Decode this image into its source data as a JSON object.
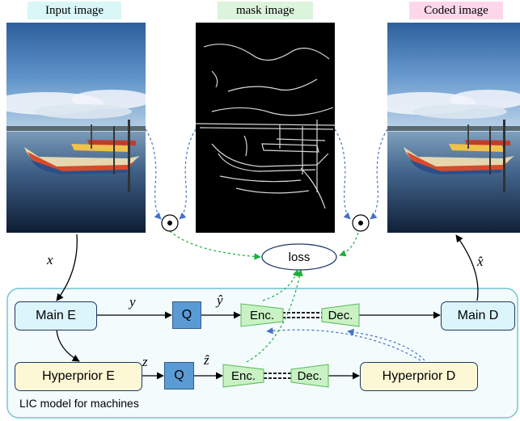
{
  "labels": {
    "input_image": "Input image",
    "mask_image": "mask image",
    "coded_image": "Coded image",
    "loss": "loss",
    "model_title": "LIC model for machines"
  },
  "blocks": {
    "main_e": "Main E",
    "main_d": "Main D",
    "hyperprior_e": "Hyperprior E",
    "hyperprior_d": "Hyperprior D",
    "q": "Q",
    "enc": "Enc.",
    "dec": "Dec."
  },
  "symbols": {
    "x": "x",
    "x_hat": "x̂",
    "y": "y",
    "y_hat": "ŷ",
    "z": "z",
    "z_hat": "ẑ",
    "multiply": "⊙"
  },
  "colors": {
    "input_label_bg": "#d9f7f7",
    "mask_label_bg": "#dcf3dc",
    "coded_label_bg": "#fcd7ea",
    "main_block": "#dcf5fb",
    "hyperprior_block": "#fcf8d6",
    "q_block": "#5b9bd5",
    "coder_block": "#c9f2c4",
    "model_frame": "#6dc3cf",
    "blue_dashed": "#4472c4",
    "green_dashed": "#1aaf3a"
  }
}
